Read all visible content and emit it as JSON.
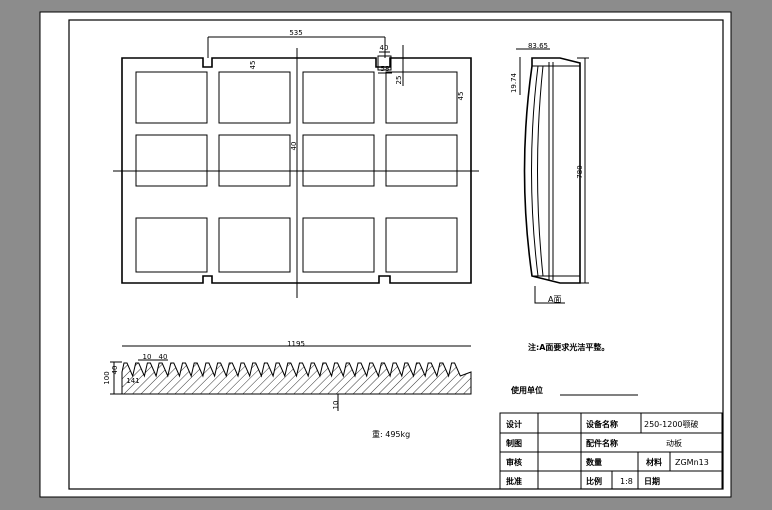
{
  "dimensions": {
    "top_width": "535",
    "slot_width": "40",
    "slot_gap": "58",
    "slot_depth": "25",
    "rib_top": "45",
    "rib_right": "45",
    "rib_center": "40",
    "side_top_width": "83.65",
    "side_offset": "19.74",
    "height": "780",
    "length": "1195",
    "tooth_pitch_a": "10",
    "tooth_pitch_b": "40",
    "plate_thickness": "100",
    "tooth_height": "40",
    "tooth_base": "141",
    "bottom_gap": "10"
  },
  "labels": {
    "face_a": "A面",
    "note": "注:A面要求光洁平整。",
    "user_unit": "使用单位",
    "weight": "重: 495kg"
  },
  "title_block": {
    "design": "设计",
    "drawing": "制图",
    "review": "审核",
    "approve": "批准",
    "equipment_label": "设备名称",
    "equipment_value": "250-1200颚破",
    "part_label": "配件名称",
    "part_value": "动板",
    "qty_label": "数量",
    "material_label": "材料",
    "material_value": "ZGMn13",
    "scale_label": "比例",
    "scale_value": "1:8",
    "date_label": "日期"
  }
}
